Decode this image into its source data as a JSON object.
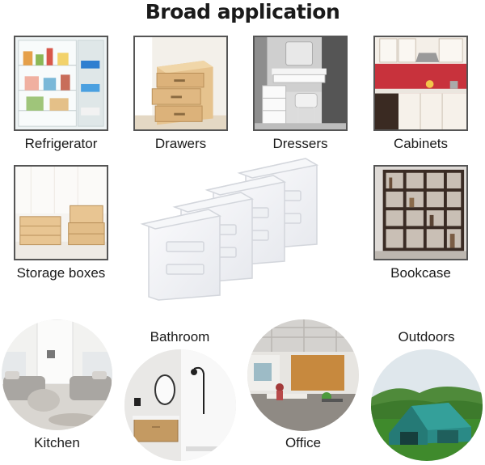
{
  "title": "Broad application",
  "tiles": [
    {
      "label": "Refrigerator",
      "icon": "refrigerator-photo"
    },
    {
      "label": "Drawers",
      "icon": "drawers-photo"
    },
    {
      "label": "Dressers",
      "icon": "dresser-photo"
    },
    {
      "label": "Cabinets",
      "icon": "kitchen-cabinet-photo"
    },
    {
      "label": "Storage boxes",
      "icon": "storage-boxes-photo"
    },
    {
      "label": "Bookcase",
      "icon": "bookcase-photo"
    }
  ],
  "rooms": [
    {
      "label": "Kitchen",
      "icon": "living-room-photo"
    },
    {
      "label": "Bathroom",
      "icon": "bathroom-photo"
    },
    {
      "label": "Office",
      "icon": "office-photo"
    },
    {
      "label": "Outdoors",
      "icon": "tent-photo"
    }
  ],
  "product": {
    "icon": "clear-divider-product",
    "count": 4
  },
  "colors": {
    "cabinet_wall": "#c8323c",
    "tent": "#2a8a86",
    "grass": "#3f8a2c",
    "wood": "#d9b27a"
  }
}
